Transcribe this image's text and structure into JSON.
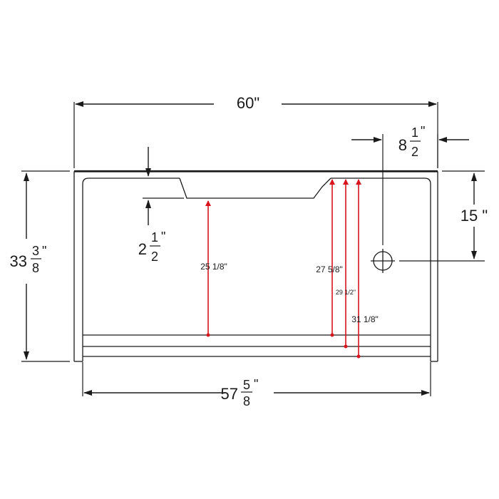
{
  "colors": {
    "line": "#1a1a1a",
    "measure": "#d8141c",
    "background": "#ffffff"
  },
  "dimensions": {
    "overall_width": "60\"",
    "inner_width_whole": "57",
    "inner_width_num": "5",
    "inner_width_den": "8",
    "inner_width_unit": "\"",
    "depth_whole": "33",
    "depth_num": "3",
    "depth_den": "8",
    "depth_unit": "\"",
    "drain_offset_whole": "8",
    "drain_offset_num": "1",
    "drain_offset_den": "2",
    "drain_offset_unit": "\"",
    "drain_depth": "15 \"",
    "ledge_whole": "2",
    "ledge_num": "1",
    "ledge_den": "2",
    "ledge_unit": "\""
  },
  "measurements": {
    "m1": "25 1/8\"",
    "m2": "27 5/8\"",
    "m3": "29 1/2\"",
    "m4": "31 1/8\""
  },
  "icons": {
    "drain": "drain-crosshair-icon"
  }
}
